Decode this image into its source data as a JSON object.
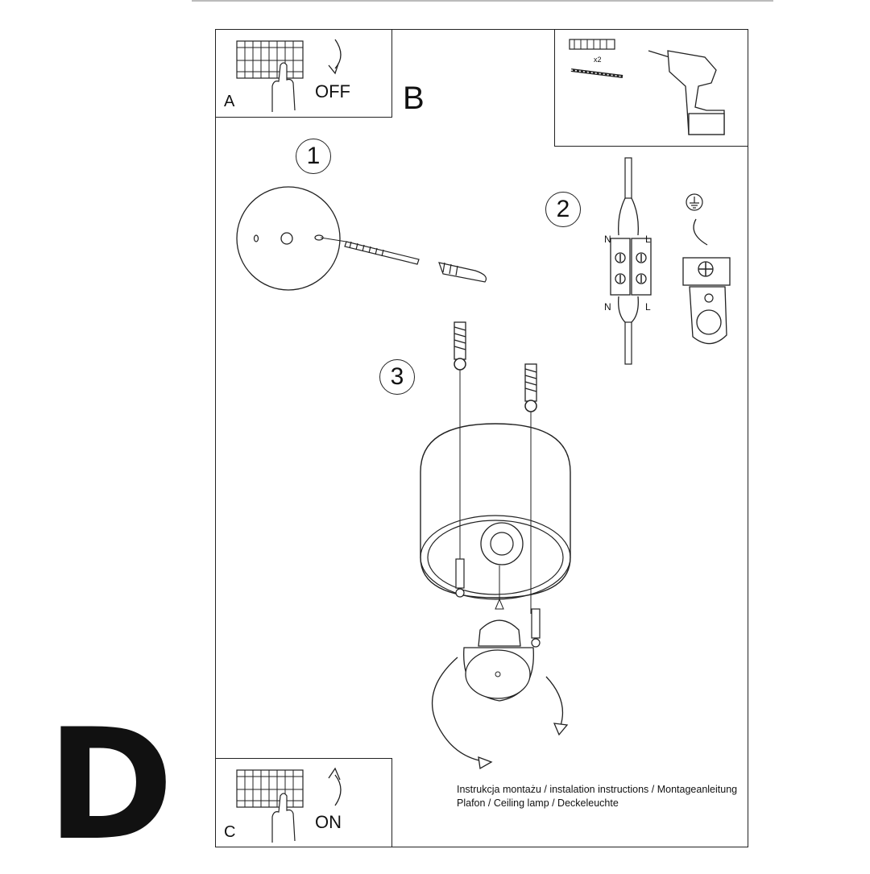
{
  "page_letter": "D",
  "panel_a": {
    "letter": "A",
    "action": "OFF"
  },
  "section_b_letter": "B",
  "tools": {
    "anchor_qty": "x2"
  },
  "steps": {
    "one": "1",
    "two": "2",
    "three": "3"
  },
  "wiring": {
    "neutral": "N",
    "live": "L"
  },
  "panel_c": {
    "letter": "C",
    "action": "ON"
  },
  "caption": {
    "line1": "Instrukcja montażu / instalation instructions / Montageanleitung",
    "line2": "Plafon / Ceiling lamp / Deckeleuchte"
  },
  "icons": [
    "switch-off-icon",
    "hand-icon",
    "screw-anchor-icon",
    "drill-icon",
    "ground-symbol-icon",
    "rotate-arrow-icon",
    "gu10-bulb-icon"
  ]
}
